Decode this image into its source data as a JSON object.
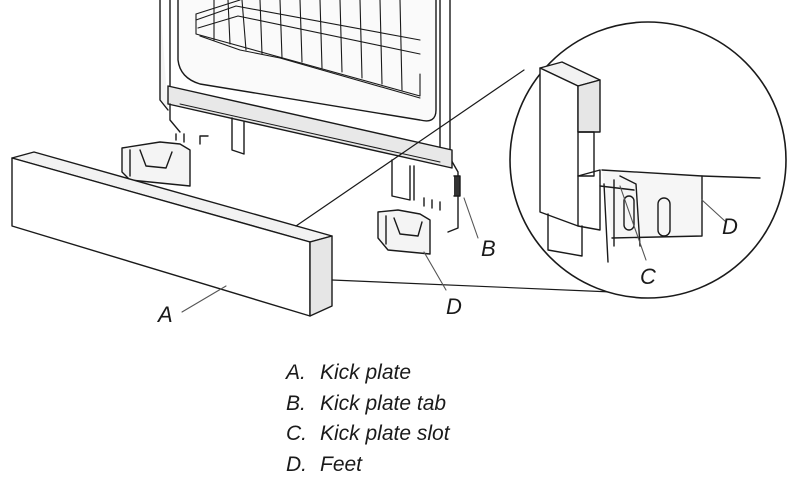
{
  "callouts": {
    "a": "A",
    "b": "B",
    "c": "C",
    "d_left": "D",
    "d_right": "D"
  },
  "legend": [
    {
      "key": "A.",
      "label": "Kick plate"
    },
    {
      "key": "B.",
      "label": "Kick plate tab"
    },
    {
      "key": "C.",
      "label": "Kick plate slot"
    },
    {
      "key": "D.",
      "label": "Feet"
    }
  ]
}
